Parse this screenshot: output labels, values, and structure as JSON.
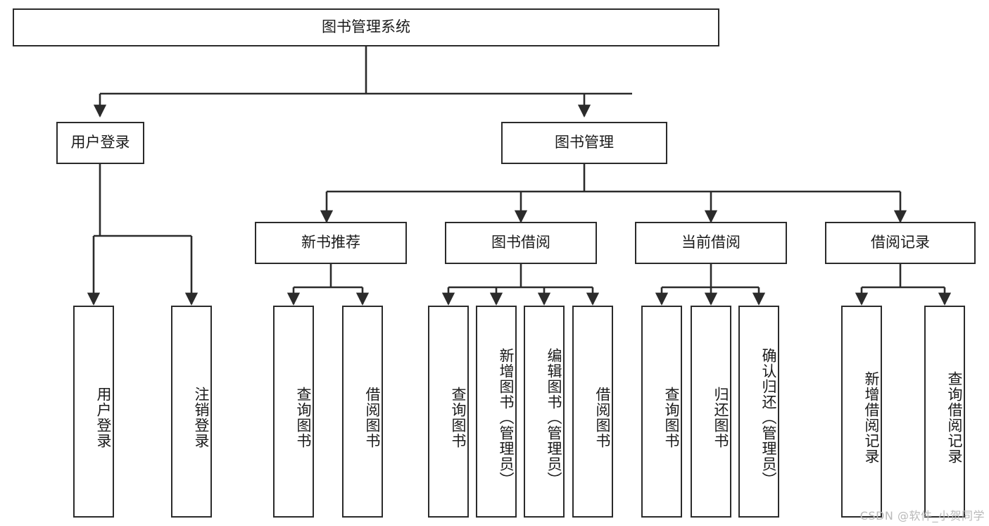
{
  "diagram": {
    "title": "图书管理系统",
    "watermark": "CSDN @软件_小贺同学",
    "line_color": "#2b2b2b",
    "box_fill": "#ffffff",
    "text_color": "#1a1a1a",
    "root": {
      "label": "图书管理系统"
    },
    "level2": [
      {
        "label": "用户登录"
      },
      {
        "label": "图书管理"
      }
    ],
    "level3": [
      {
        "label": "新书推荐"
      },
      {
        "label": "图书借阅"
      },
      {
        "label": "当前借阅"
      },
      {
        "label": "借阅记录"
      }
    ],
    "leaves": {
      "user_login": [
        {
          "label": "用户登录"
        },
        {
          "label": "注销登录"
        }
      ],
      "new_book_recommend": [
        {
          "label": "查询图书"
        },
        {
          "label": "借阅图书"
        }
      ],
      "book_borrow": [
        {
          "label": "查询图书"
        },
        {
          "label": "新增图书（管理员）"
        },
        {
          "label": "编辑图书（管理员）"
        },
        {
          "label": "借阅图书"
        }
      ],
      "current_borrow": [
        {
          "label": "查询图书"
        },
        {
          "label": "归还图书"
        },
        {
          "label": "确认归还（管理员）"
        }
      ],
      "borrow_record": [
        {
          "label": "新增借阅记录"
        },
        {
          "label": "查询借阅记录"
        }
      ]
    }
  }
}
